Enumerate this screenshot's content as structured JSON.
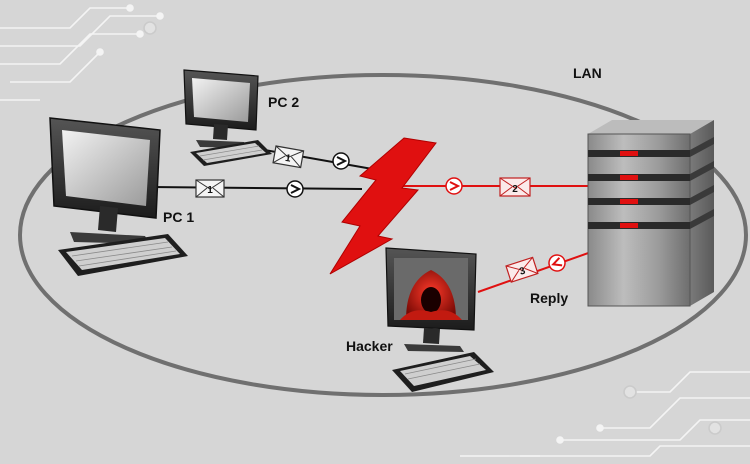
{
  "labels": {
    "lan": "LAN",
    "pc1": "PC 1",
    "pc2": "PC 2",
    "hacker": "Hacker",
    "reply": "Reply"
  },
  "envelopes": {
    "pc2_msg": "1",
    "pc1_msg": "1",
    "forwarded_msg": "2",
    "reply_msg": "3"
  },
  "colors": {
    "background": "#d6d6d6",
    "normal_link": "#111111",
    "attack_link": "#e01010",
    "lightning": "#e01010",
    "lan_boundary": "#707070"
  },
  "icons": {
    "pc1": "desktop-computer-icon",
    "pc2": "desktop-computer-icon",
    "hacker": "hooded-hacker-icon",
    "server": "server-tower-icon",
    "attack": "lightning-bolt-icon"
  }
}
